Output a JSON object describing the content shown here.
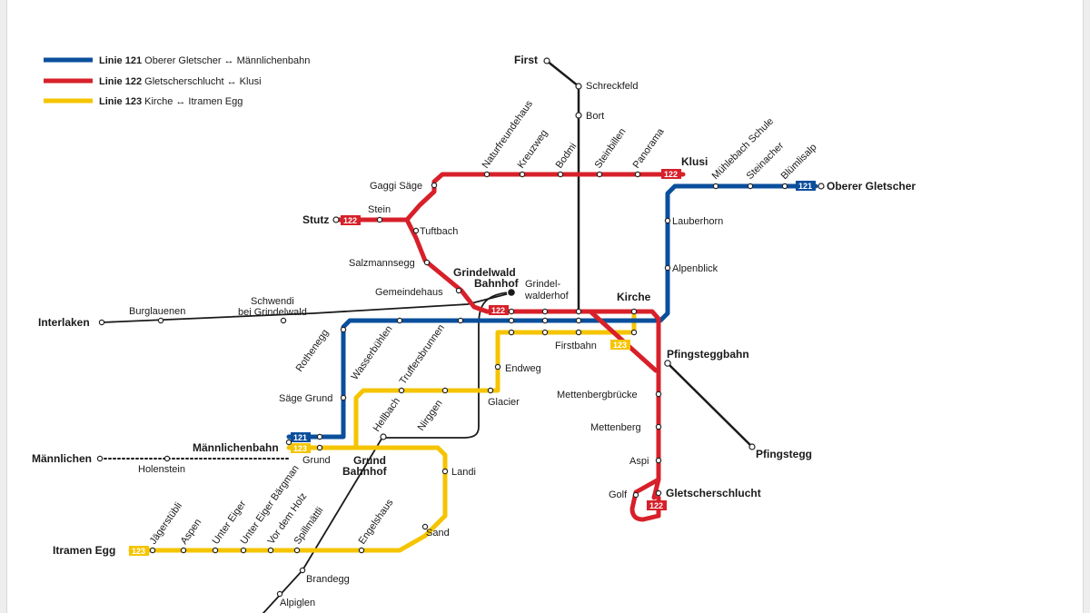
{
  "legend": [
    {
      "bold": "Linie 121",
      "text": "Oberer Gletscher ↔ Männlichenbahn",
      "color": "#0a4f9c"
    },
    {
      "bold": "Linie 122",
      "text": "Gletscherschlucht ↔ Klusi",
      "color": "#d7202a"
    },
    {
      "bold": "Linie 123",
      "text": "Kirche ↔ Itramen Egg",
      "color": "#f5c400"
    }
  ],
  "colors": {
    "line121": "#0a4f9c",
    "line122": "#d7202a",
    "line123": "#f5c400",
    "rail": "#1a1a1a"
  },
  "route_tags": {
    "t121": "121",
    "t122": "122",
    "t123": "123"
  },
  "stations": {
    "first": "First",
    "schreckfeld": "Schreckfeld",
    "bort": "Bort",
    "naturfreundehaus": "Naturfreundehaus",
    "kreuzweg": "Kreuzweg",
    "bodmi": "Bodmi",
    "steinbillen": "Steinbillen",
    "panorama": "Panorama",
    "klusi": "Klusi",
    "muehlebach_schule": "Mühlebach Schule",
    "steinacher": "Steinacher",
    "bluemlisalp": "Blümlisalp",
    "oberer_gletscher": "Oberer Gletscher",
    "gaggi_saege": "Gaggi Säge",
    "stein": "Stein",
    "stutz": "Stutz",
    "tuftbach": "Tuftbach",
    "lauberhorn": "Lauberhorn",
    "salzmannsegg": "Salzmannsegg",
    "alpenblick": "Alpenblick",
    "gemeindehaus": "Gemeindehaus",
    "grindelwald_bahnhof_1": "Grindelwald",
    "grindelwald_bahnhof_2": "Bahnhof",
    "grindelwalderhof_1": "Grindel-",
    "grindelwalderhof_2": "walderhof",
    "kirche": "Kirche",
    "interlaken": "Interlaken",
    "burglauenen": "Burglauenen",
    "schwendi_1": "Schwendi",
    "schwendi_2": "bei Grindelwald",
    "rothenegg": "Rothenegg",
    "wasserbuehlen": "Wasserbühlen",
    "truffersbrunnen": "Truffersbrunnen",
    "firstbahn": "Firstbahn",
    "pfingsteggbahn": "Pfingsteggbahn",
    "endweg": "Endweg",
    "saege_grund": "Säge Grund",
    "mettenbergbruecke": "Mettenbergbrücke",
    "hellbach": "Hellbach",
    "nirggen": "Nirggen",
    "glacier": "Glacier",
    "mettenberg": "Mettenberg",
    "pfingstegg": "Pfingstegg",
    "maennlichenbahn": "Männlichenbahn",
    "maennlichen": "Männlichen",
    "grund": "Grund",
    "grund_bahnhof_1": "Grund",
    "grund_bahnhof_2": "Bahnhof",
    "aspi": "Aspi",
    "holenstein": "Holenstein",
    "landi": "Landi",
    "golf": "Golf",
    "gletscherschlucht": "Gletscherschlucht",
    "jaegerstuebli": "Jägerstübli",
    "aspen": "Aspen",
    "unter_eiger": "Unter Eiger",
    "unter_eiger_baergman": "Unter Eiger Bärgman",
    "vor_dem_holz": "Vor dem Holz",
    "spillmaettli": "Spillmättli",
    "engelshaus": "Engelshaus",
    "sand": "Sand",
    "itramen_egg": "Itramen Egg",
    "brandegg": "Brandegg",
    "alpiglen": "Alpiglen"
  }
}
